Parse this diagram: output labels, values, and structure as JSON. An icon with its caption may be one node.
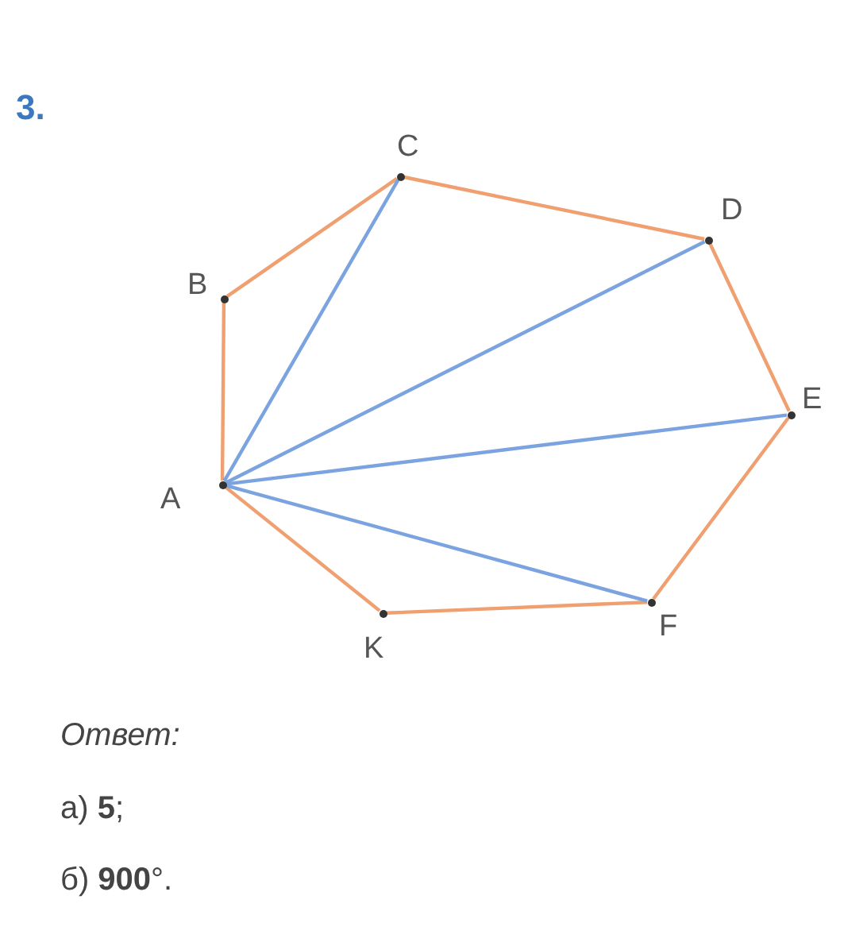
{
  "diagram": {
    "nodes": [
      {
        "text": [],
        "shape": "circle",
        "beside": [
          "A"
        ]
      },
      {
        "text": [],
        "shape": "circle",
        "beside": [
          "B"
        ]
      },
      {
        "text": [],
        "shape": "circle",
        "beside": [
          "C"
        ]
      },
      {
        "text": [],
        "shape": "circle",
        "beside": [
          "D"
        ]
      },
      {
        "text": [],
        "shape": "circle",
        "beside": [
          "E"
        ]
      },
      {
        "text": [],
        "shape": "circle",
        "beside": [
          "F"
        ]
      },
      {
        "text": [],
        "shape": "circle",
        "beside": [
          "K"
        ]
      }
    ],
    "edges": [
      {
        "from": 0,
        "to": 1,
        "arrow": "none"
      },
      {
        "from": 1,
        "to": 2,
        "arrow": "none"
      },
      {
        "from": 2,
        "to": 3,
        "arrow": "none"
      },
      {
        "from": 3,
        "to": 4,
        "arrow": "none"
      },
      {
        "from": 4,
        "to": 5,
        "arrow": "none"
      },
      {
        "from": 5,
        "to": 6,
        "arrow": "none"
      },
      {
        "from": 6,
        "to": 0,
        "arrow": "none"
      },
      {
        "from": 0,
        "to": 2,
        "arrow": "none",
        "color": "#7ba3e0"
      },
      {
        "from": 0,
        "to": 3,
        "arrow": "none",
        "color": "#7ba3e0"
      },
      {
        "from": 0,
        "to": 4,
        "arrow": "none",
        "color": "#7ba3e0"
      },
      {
        "from": 0,
        "to": 5,
        "arrow": "none",
        "color": "#7ba3e0"
      }
    ],
    "labels": [
      "3.",
      "Ответ:",
      "а) **5**;",
      "б) **900**°."
    ]
  }
}
